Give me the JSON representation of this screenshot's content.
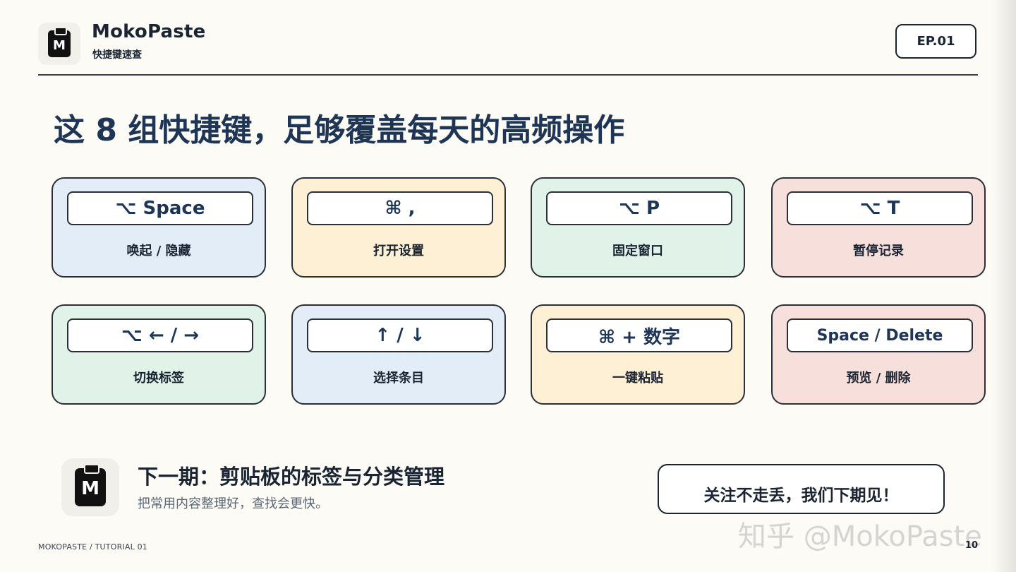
{
  "header": {
    "app_title": "MokoPaste",
    "subtitle": "快捷键速查",
    "logo_letter": "M",
    "episode": "EP.01"
  },
  "headline": "这 8 组快捷键，足够覆盖每天的高频操作",
  "shortcuts": [
    {
      "keys": "⌥ Space",
      "label": "唤起 / 隐藏",
      "color": "#e3edf8"
    },
    {
      "keys": "⌘ ,",
      "label": "打开设置",
      "color": "#fdf0d4"
    },
    {
      "keys": "⌥ P",
      "label": "固定窗口",
      "color": "#e1f3e9"
    },
    {
      "keys": "⌥ T",
      "label": "暂停记录",
      "color": "#f7dfdc"
    },
    {
      "keys": "⌥ ← / →",
      "label": "切换标签",
      "color": "#e1f3e9"
    },
    {
      "keys": "↑ / ↓",
      "label": "选择条目",
      "color": "#e3edf8"
    },
    {
      "keys": "⌘ + 数字",
      "label": "一键粘贴",
      "color": "#fdf0d4"
    },
    {
      "keys": "Space / Delete",
      "label": "预览 / 删除",
      "color": "#f7dfdc"
    }
  ],
  "next": {
    "logo_letter": "M",
    "title": "下一期：剪贴板的标签与分类管理",
    "subtitle": "把常用内容整理好，查找会更快。"
  },
  "follow_text": "关注不走丢，我们下期见！",
  "watermark": "知乎 @MokoPaste",
  "footer": {
    "series": "MOKOPASTE / TUTORIAL 01",
    "page_number": "10"
  }
}
